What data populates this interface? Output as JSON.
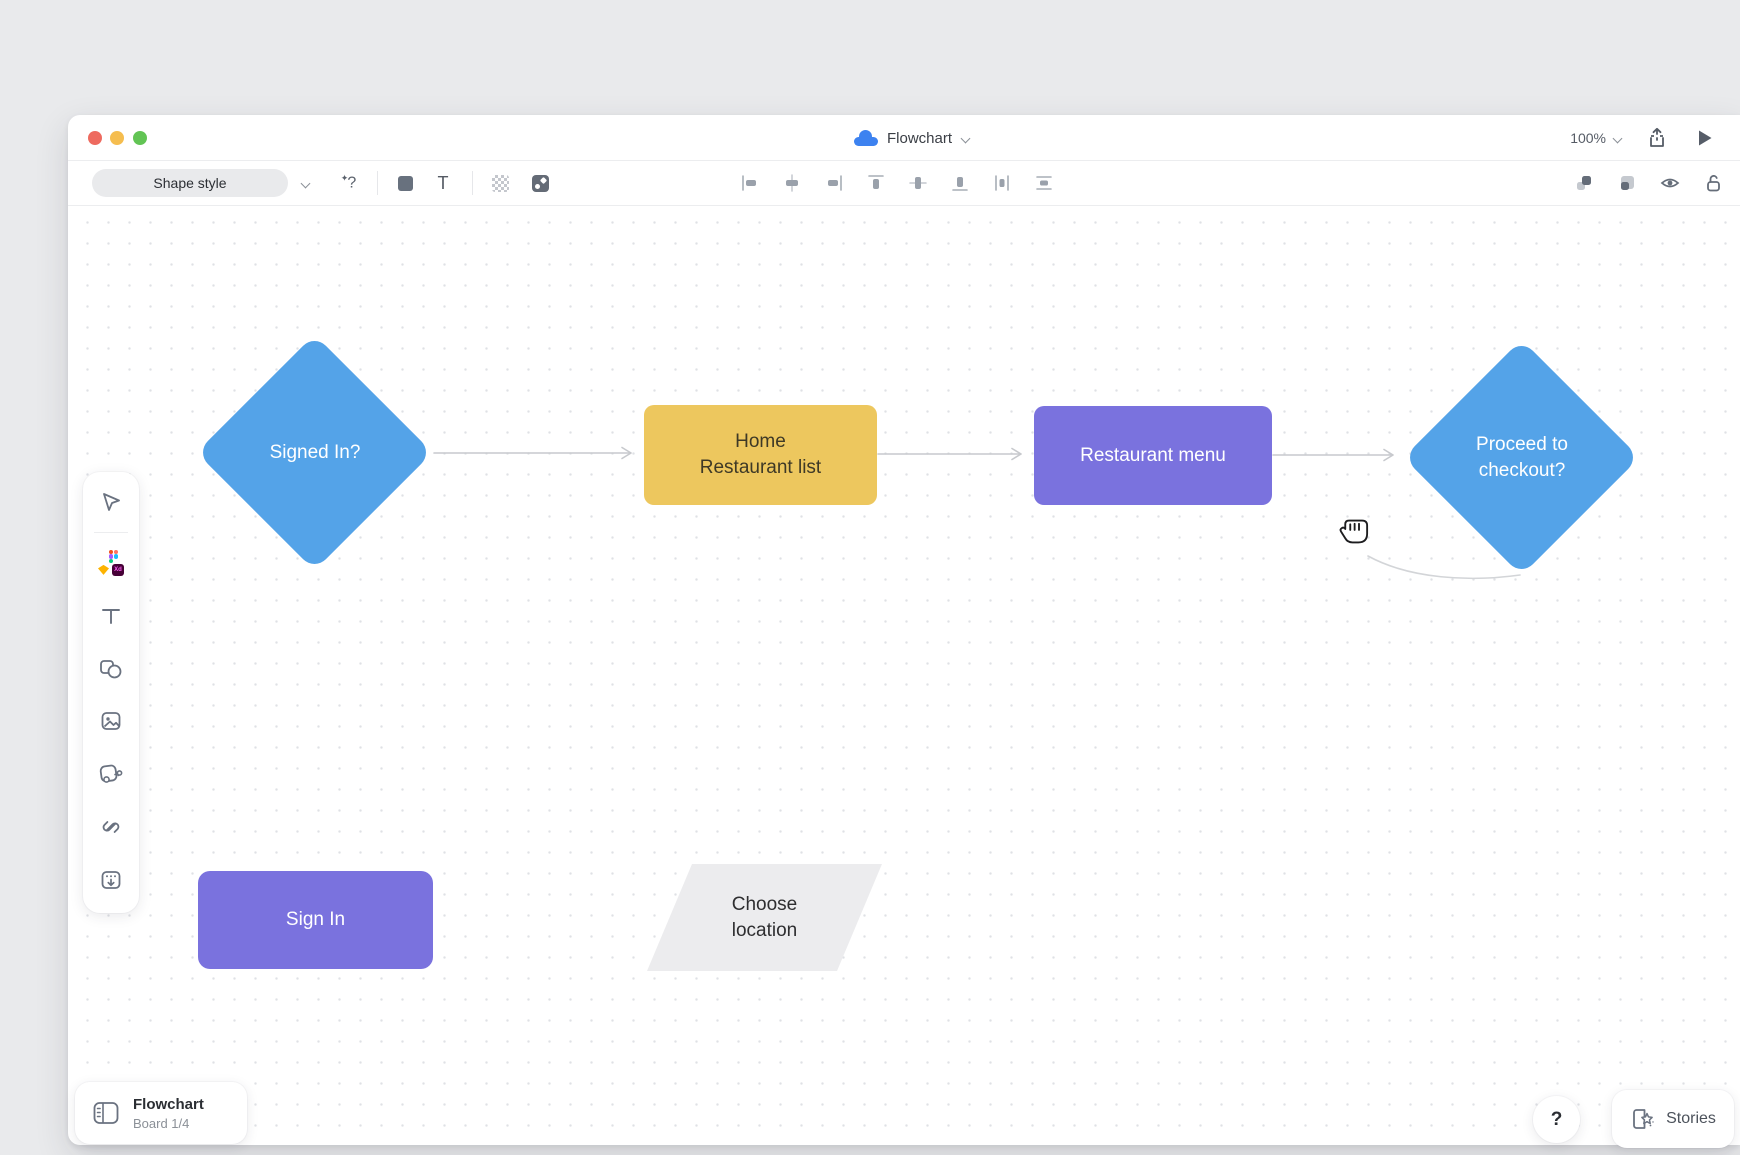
{
  "window": {
    "titlebar": {
      "traffic_lights": [
        "close",
        "minimize",
        "fullscreen"
      ],
      "doc_icon": "cloud-icon",
      "title": "Flowchart",
      "zoom_level": "100%",
      "right_icons": [
        "share-icon",
        "present-play-icon"
      ]
    },
    "toolbar": {
      "shape_style_label": "Shape style",
      "left_icons": [
        "sparkle-question-icon",
        "fill-square-icon",
        "text-icon",
        "checker-pattern-icon",
        "texture-square-icon"
      ],
      "align_icons": [
        "align-left-icon",
        "align-center-horizontal-icon",
        "align-right-icon",
        "align-top-icon",
        "align-middle-vertical-icon",
        "align-bottom-icon",
        "distribute-horizontal-icon",
        "distribute-vertical-icon"
      ],
      "right_icons": [
        "duplicate-icon",
        "layer-order-icon",
        "visibility-eye-icon",
        "unlock-icon"
      ]
    }
  },
  "sidebar_tools": [
    "select-cursor",
    "design-import",
    "text",
    "shapes",
    "image",
    "sticker",
    "link",
    "embed-import"
  ],
  "canvas": {
    "nodes": {
      "signed_in": {
        "type": "decision",
        "label": "Signed In?",
        "color": "#54a3e8"
      },
      "home": {
        "type": "process",
        "line1": "Home",
        "line2": "Restaurant list",
        "color": "#edc75e"
      },
      "restaurant_menu": {
        "type": "process",
        "label": "Restaurant menu",
        "color": "#7a72de"
      },
      "proceed": {
        "type": "decision",
        "line1": "Proceed to",
        "line2": "checkout?",
        "color": "#54a3e8"
      },
      "sign_in": {
        "type": "process",
        "label": "Sign In",
        "color": "#7a72de"
      },
      "choose_location": {
        "type": "io",
        "line1": "Choose",
        "line2": "location",
        "color": "#ececee"
      }
    },
    "edges": [
      {
        "from": "signed_in",
        "to": "home"
      },
      {
        "from": "home",
        "to": "restaurant_menu"
      },
      {
        "from": "restaurant_menu",
        "to": "proceed"
      },
      {
        "from": "proceed_bottom",
        "to": "grab-cursor",
        "state": "dragging"
      }
    ],
    "cursor": "grab-hand-cursor"
  },
  "board_switcher": {
    "title": "Flowchart",
    "subtitle": "Board 1/4",
    "icon": "board-icon"
  },
  "help": {
    "label": "?"
  },
  "stories": {
    "label": "Stories",
    "icon": "stories-wand-icon"
  },
  "colors": {
    "node_blue": "#54a3e8",
    "node_yellow": "#edc75e",
    "node_purple": "#7a72de",
    "node_gray": "#ececee",
    "arrow_gray": "#c7c9cd",
    "cloud_blue": "#3d82f0",
    "traffic_red": "#ee6a5f",
    "traffic_yellow": "#f5bd4f",
    "traffic_green": "#62c454"
  }
}
